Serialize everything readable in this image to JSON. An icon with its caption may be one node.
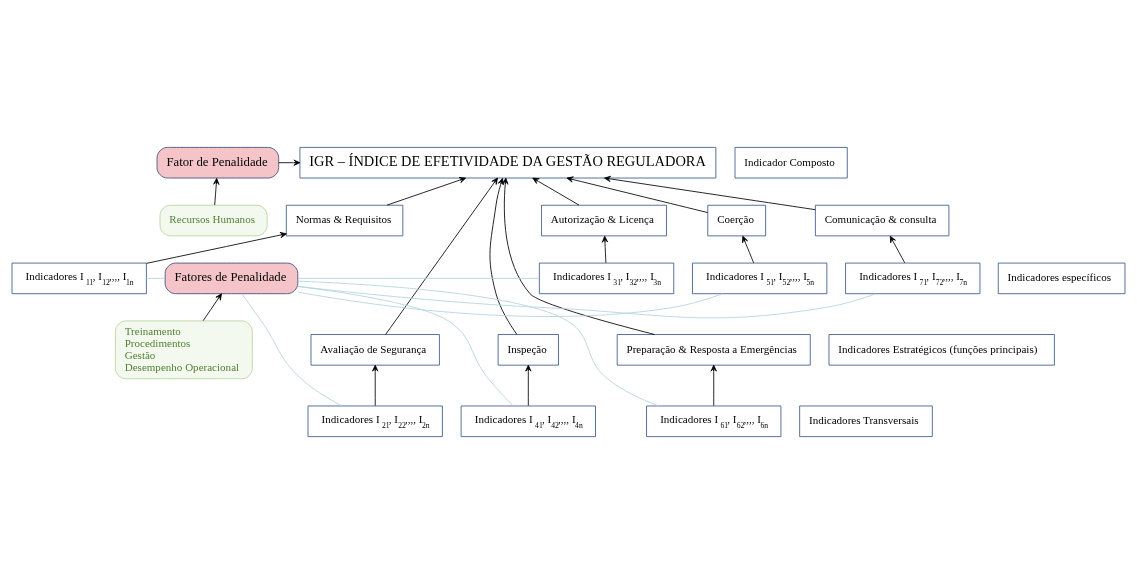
{
  "diagram": {
    "nodes": [
      {
        "text": [
          "Fator de Penalidade"
        ]
      },
      {
        "text": [
          "IGR – ÍNDICE DE EFETIVIDADE DA GESTÃO REGULADORA"
        ]
      },
      {
        "text": [
          "Indicador Composto"
        ]
      },
      {
        "text": [
          "Recursos Humanos"
        ]
      },
      {
        "text": [
          "Treinamento",
          "Procedimentos",
          "Gestão",
          "Desempenho Operacional"
        ]
      },
      {
        "text": [
          "Normas & Requisitos"
        ]
      },
      {
        "text": [
          "Autorização & Licença"
        ]
      },
      {
        "text": [
          "Coerção"
        ]
      },
      {
        "text": [
          "Comunicação & consulta"
        ]
      },
      {
        "text": [
          "Indicadores Estratégicos (funções principais)"
        ]
      },
      {
        "text": [
          "Avaliação de Segurança"
        ]
      },
      {
        "text": [
          "Inspeção"
        ]
      },
      {
        "text": [
          "Preparação & Resposta a Emergências"
        ]
      },
      {
        "text": [
          "Fatores de Penalidade"
        ]
      },
      {
        "text": [
          "Indicadores I$_{11}$, I$_{12}$,,,, I$_{1n}$"
        ]
      },
      {
        "text": [
          "Indicadores I$_{31}$, I$_{32}$,,,, I$_{3n}$"
        ]
      },
      {
        "text": [
          "Indicadores I$_{51}$, I$_{52}$,,,, I$_{5n}$"
        ]
      },
      {
        "text": [
          "Indicadores I$_{71}$, I$_{72}$,,,, I$_{7n}$"
        ]
      },
      {
        "text": [
          "Indicadores específicos"
        ]
      },
      {
        "text": [
          "Indicadores Transversais"
        ]
      },
      {
        "text": [
          "Indicadores I$_{21}$, I$_{22}$,,,, I$_{2n}$"
        ]
      },
      {
        "text": [
          "Indicadores I$_{41}$, I$_{42}$,,,, I$_{4n}$"
        ]
      },
      {
        "text": [
          "Indicadores I$_{61}$, I$_{62}$,,,, I$_{6n}$"
        ]
      }
    ],
    "edges": [
      {
        "from": 0,
        "to": 1,
        "arrow": "to"
      },
      {
        "from": 3,
        "to": 0,
        "arrow": "to"
      },
      {
        "from": 4,
        "to": 13,
        "arrow": "to"
      },
      {
        "from": 5,
        "to": 1,
        "arrow": "to"
      },
      {
        "from": 10,
        "to": 1,
        "arrow": "to"
      },
      {
        "from": 6,
        "to": 1,
        "arrow": "to"
      },
      {
        "from": 11,
        "to": 1,
        "arrow": "to"
      },
      {
        "from": 7,
        "to": 1,
        "arrow": "to"
      },
      {
        "from": 12,
        "to": 1,
        "arrow": "to"
      },
      {
        "from": 8,
        "to": 1,
        "arrow": "to"
      },
      {
        "from": 14,
        "to": 5,
        "arrow": "to"
      },
      {
        "from": 20,
        "to": 10,
        "arrow": "to"
      },
      {
        "from": 15,
        "to": 6,
        "arrow": "to"
      },
      {
        "from": 21,
        "to": 11,
        "arrow": "to"
      },
      {
        "from": 16,
        "to": 7,
        "arrow": "to"
      },
      {
        "from": 22,
        "to": 12,
        "arrow": "to"
      },
      {
        "from": 17,
        "to": 8,
        "arrow": "to"
      },
      {
        "from": 13,
        "to": 14,
        "arrow": "none",
        "color": "#b4d2e0"
      },
      {
        "from": 13,
        "to": 20,
        "arrow": "none",
        "color": "#b4d2e0"
      },
      {
        "from": 13,
        "to": 15,
        "arrow": "none",
        "color": "#b4d2e0"
      },
      {
        "from": 13,
        "to": 21,
        "arrow": "none",
        "color": "#b4d2e0"
      },
      {
        "from": 13,
        "to": 16,
        "arrow": "none",
        "color": "#b4d2e0"
      },
      {
        "from": 13,
        "to": 22,
        "arrow": "none",
        "color": "#b4d2e0"
      },
      {
        "from": 13,
        "to": 17,
        "arrow": "none",
        "color": "#b4d2e0"
      }
    ]
  }
}
